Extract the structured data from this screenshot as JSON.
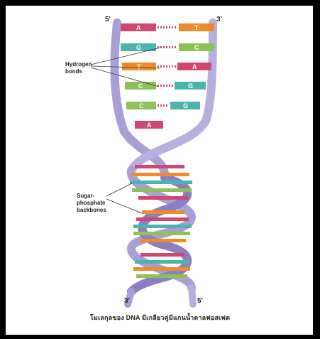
{
  "labels": {
    "strand_top_left": "5'",
    "strand_top_right": "3'",
    "strand_bottom_left": "3'",
    "strand_bottom_right": "5'"
  },
  "callouts": {
    "hydrogen_bonds": [
      "Hydrogen",
      "bonds"
    ],
    "backbones": [
      "Sugar-",
      "phosphate",
      "backbones"
    ]
  },
  "base_pairs": [
    {
      "left": "A",
      "right": "T",
      "left_color": "#d0476f",
      "right_color": "#f08a2a"
    },
    {
      "left": "G",
      "right": "C",
      "left_color": "#4bb5ad",
      "right_color": "#8ec156"
    },
    {
      "left": "T",
      "right": "A",
      "left_color": "#f08a2a",
      "right_color": "#d0476f"
    },
    {
      "left": "C",
      "right": "G",
      "left_color": "#8ec156",
      "right_color": "#4bb5ad"
    },
    {
      "left": "C",
      "right": "G",
      "left_color": "#8ec156",
      "right_color": "#4bb5ad"
    },
    {
      "left": "A",
      "right": "",
      "left_color": "#d0476f",
      "right_color": "#d0476f"
    }
  ],
  "colors": {
    "backbone": "#a89fd6",
    "backbone_dark": "#8a7fc2",
    "background": "#ffffff",
    "frame": "#000000"
  },
  "caption": "โมเลกุลของ DNA มีเกลียวคู่มีแกนน้ำตาลฟอสเฟต"
}
